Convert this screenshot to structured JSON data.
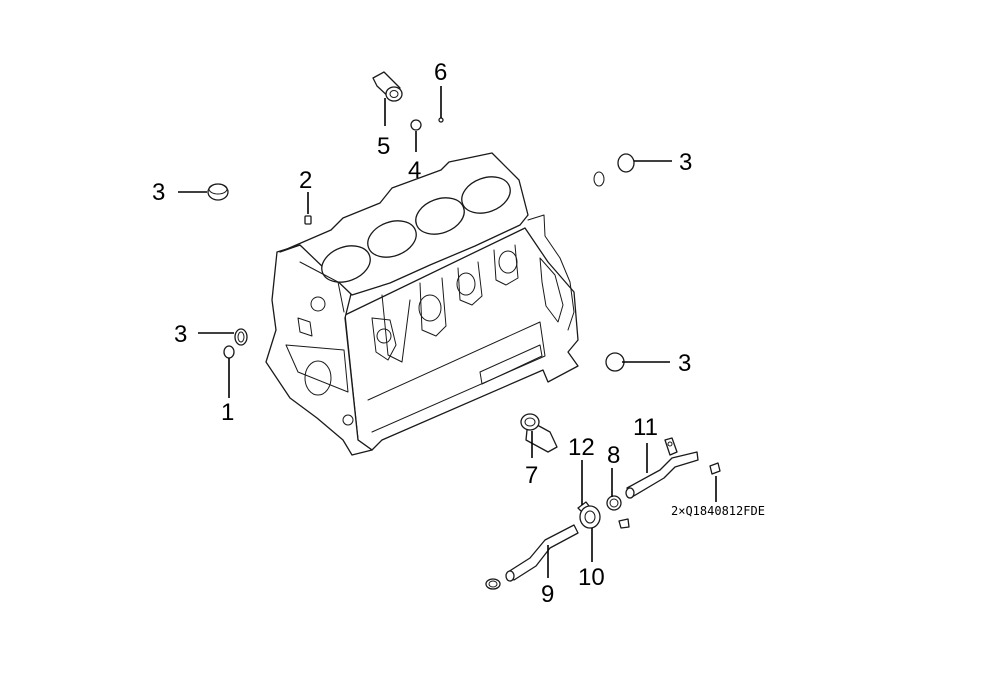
{
  "callouts": {
    "c1": "1",
    "c2": "2",
    "c3a": "3",
    "c3b": "3",
    "c3c": "3",
    "c3d": "3",
    "c4": "4",
    "c5": "5",
    "c6": "6",
    "c7": "7",
    "c8": "8",
    "c9": "9",
    "c10": "10",
    "c11": "11",
    "c12": "12"
  },
  "note": "2×Q1840812FDE",
  "colors": {
    "line": "#1a1a1a",
    "background": "#ffffff"
  }
}
